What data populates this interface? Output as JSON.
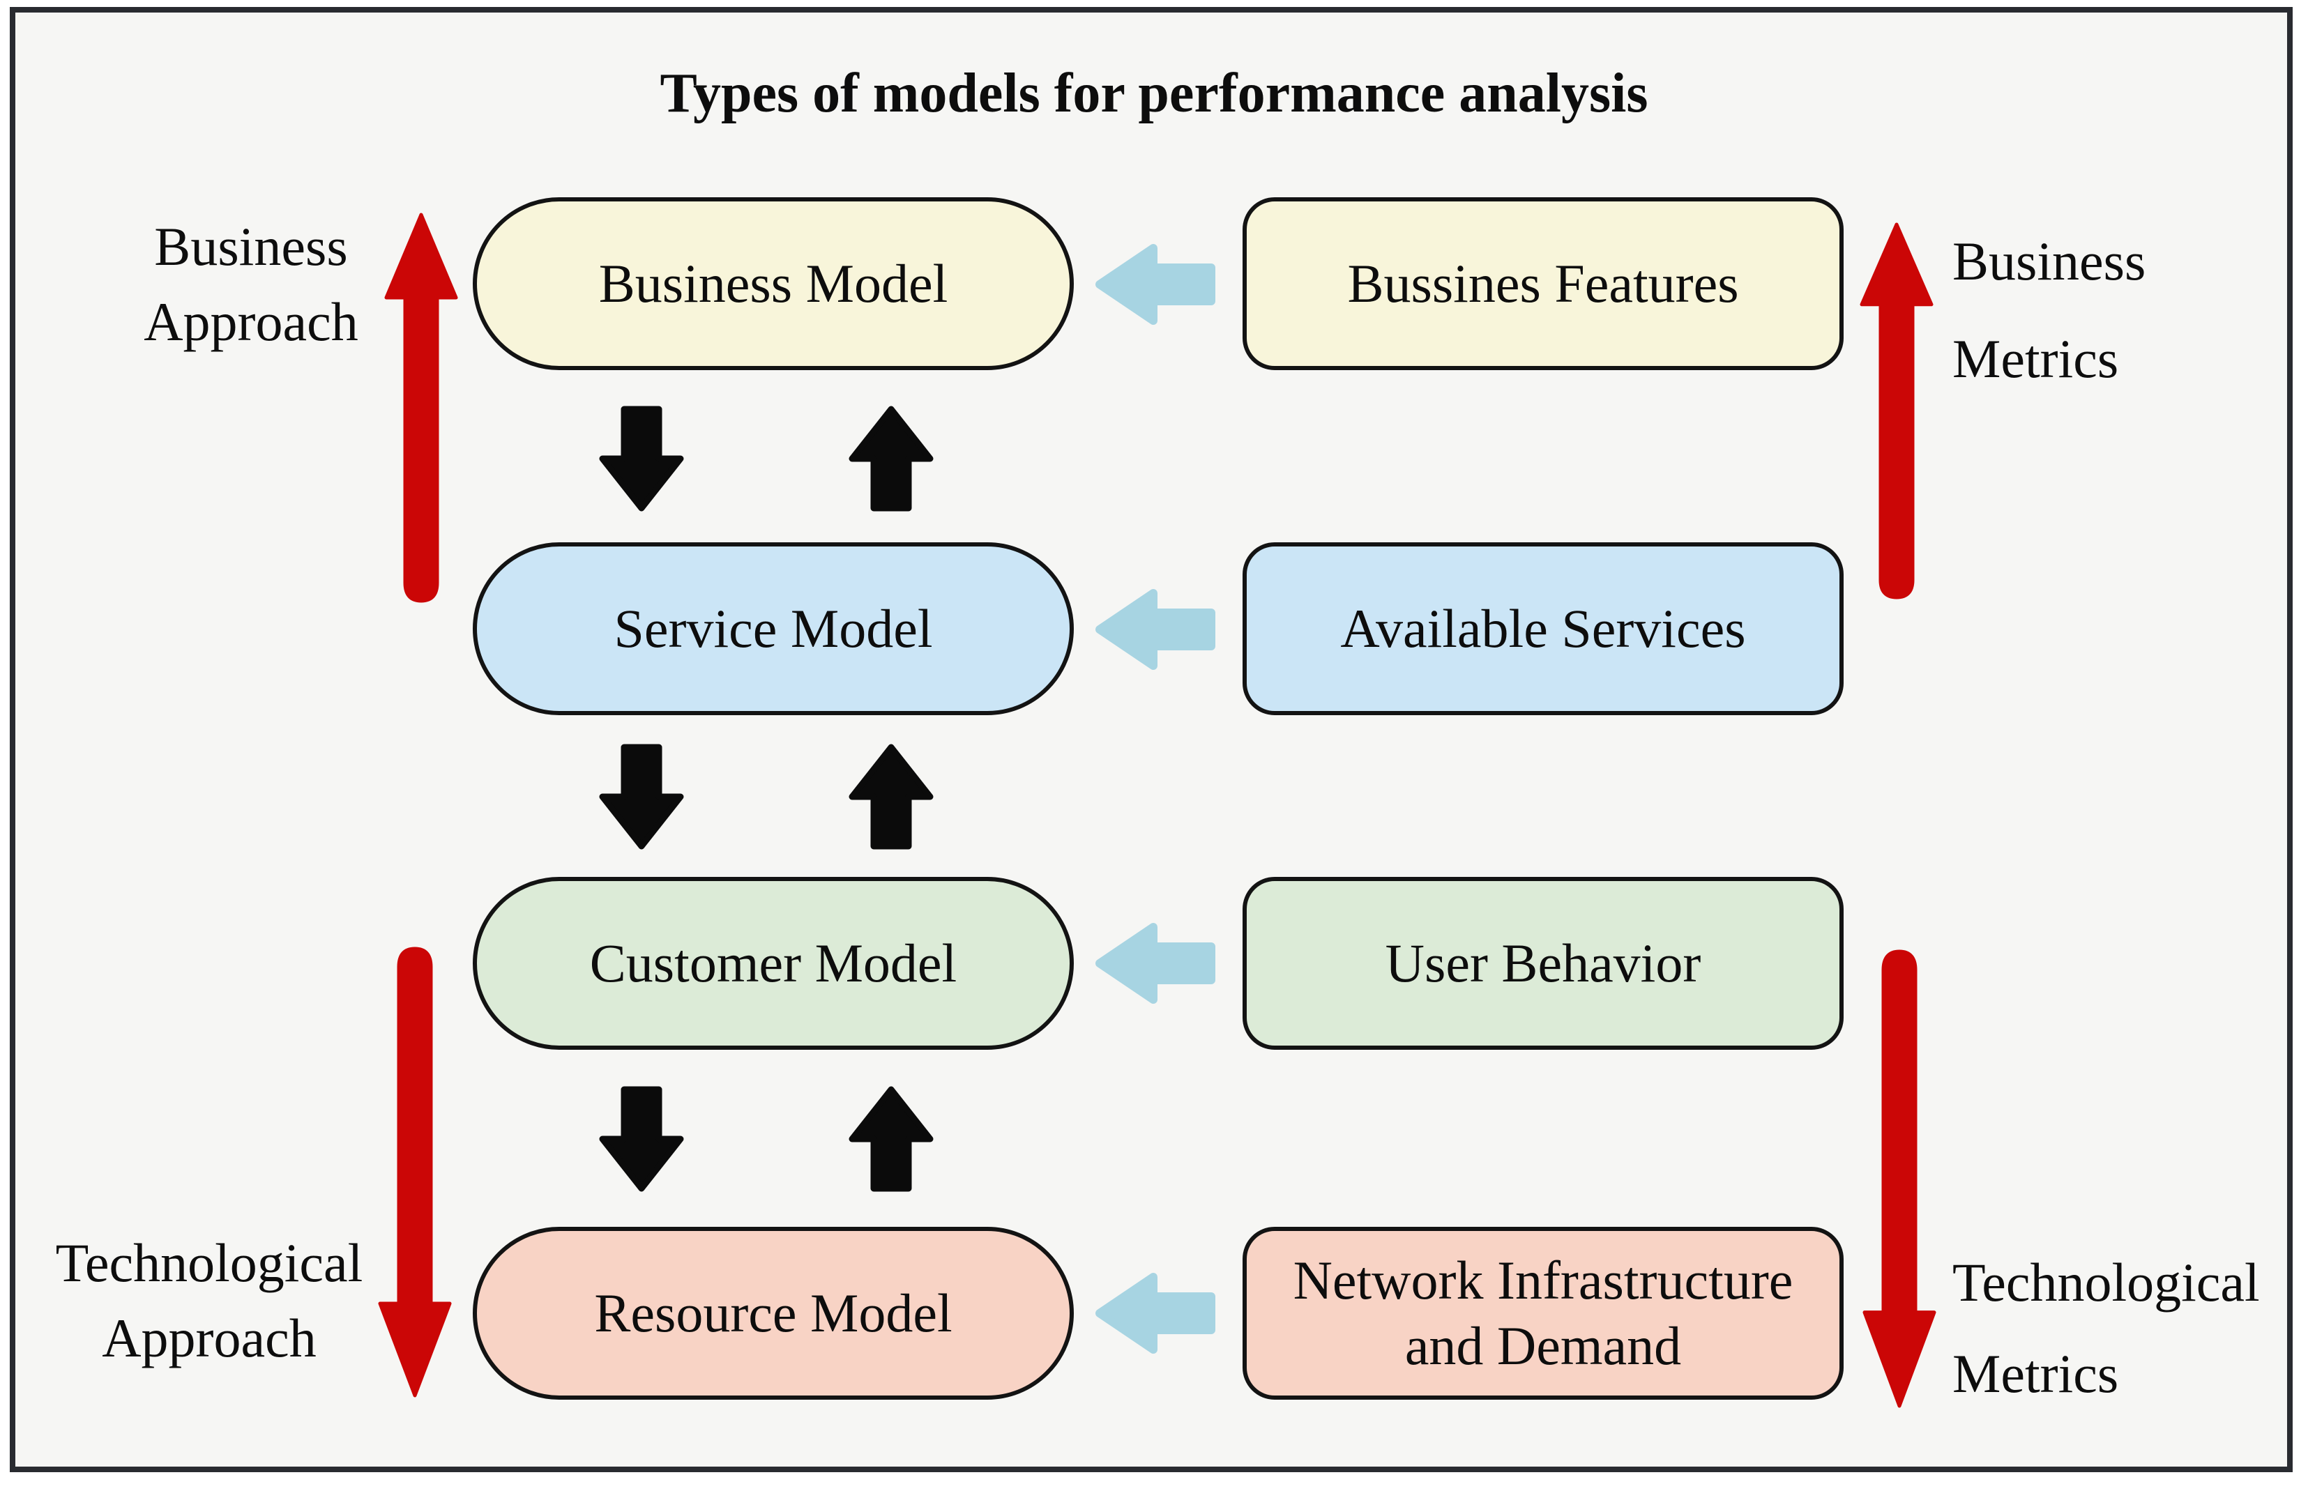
{
  "title": "Types of models for performance analysis",
  "rows": [
    {
      "model": "Business Model",
      "source": "Bussines Features",
      "fill": "#f8f5da"
    },
    {
      "model": "Service Model",
      "source": "Available Services",
      "fill": "#cbe5f6"
    },
    {
      "model": "Customer Model",
      "source": "User Behavior",
      "fill": "#dcebd7"
    },
    {
      "model": "Resource Model",
      "source": "Network Infrastructure and Demand",
      "fill": "#f8d3c5"
    }
  ],
  "corner_labels": {
    "business_approach": {
      "line1": "Business",
      "line2": "Approach"
    },
    "business_metrics": {
      "line1": "Business",
      "line2": "Metrics"
    },
    "technological_approach": {
      "line1": "Technological",
      "line2": "Approach"
    },
    "technological_metrics": {
      "line1": "Technological",
      "line2": "Metrics"
    }
  },
  "icons": {
    "feed_arrow": "left-block-arrow",
    "interaction_arrows": "up-down-block-arrows",
    "approach_axis": "red-vertical-arrow"
  },
  "colors": {
    "background": "#f6f6f4",
    "frame_border": "#292b30",
    "box_border": "#131313",
    "box_cream": "#f8f5da",
    "box_blue": "#cbe5f6",
    "box_green": "#dcebd7",
    "box_pink": "#f8d3c5",
    "arrow_red": "#cb0606",
    "arrow_black": "#0b0b0b",
    "arrow_blue": "#a7d4e2",
    "text": "#0d0d0d"
  }
}
